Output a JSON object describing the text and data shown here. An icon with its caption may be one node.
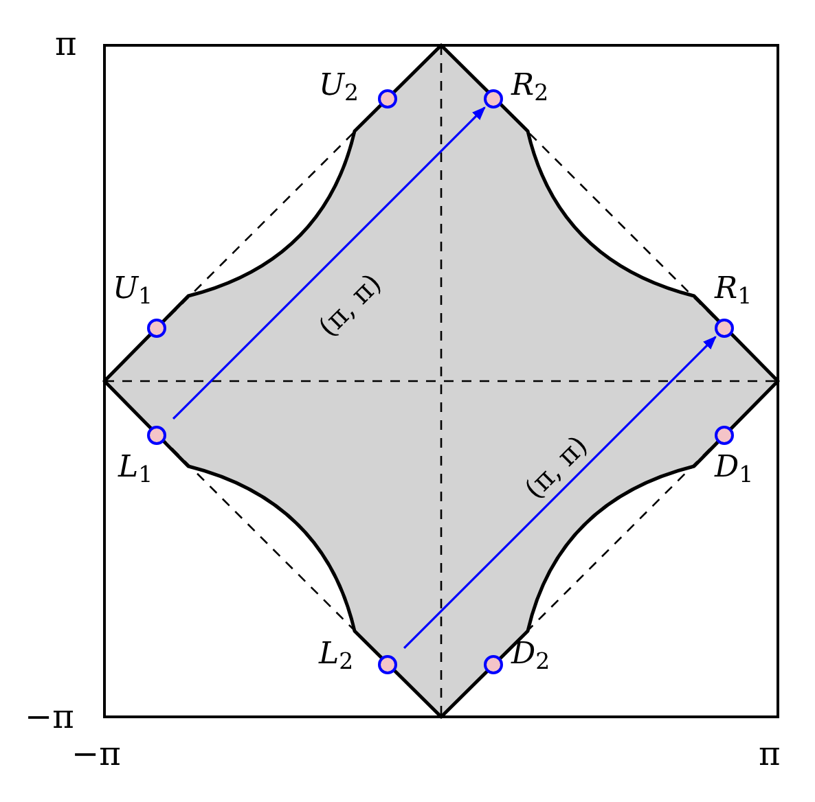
{
  "diagram": {
    "nodes": [
      {
        "text": [],
        "shape": "circle",
        "beside": [
          "*U*$_{2}$"
        ]
      },
      {
        "text": [],
        "shape": "circle",
        "beside": [
          "*R*$_{2}$"
        ]
      },
      {
        "text": [],
        "shape": "circle",
        "beside": [
          "*U*$_{1}$"
        ]
      },
      {
        "text": [],
        "shape": "circle",
        "beside": [
          "*R*$_{1}$"
        ]
      },
      {
        "text": [],
        "shape": "circle",
        "beside": [
          "*L*$_{1}$"
        ]
      },
      {
        "text": [],
        "shape": "circle",
        "beside": [
          "*D*$_{1}$"
        ]
      },
      {
        "text": [],
        "shape": "circle",
        "beside": [
          "*L*$_{2}$"
        ]
      },
      {
        "text": [],
        "shape": "circle",
        "beside": [
          "*D*$_{2}$"
        ]
      }
    ],
    "edges": [
      {
        "from": 4,
        "to": 1,
        "arrow": "to",
        "label": "(π, π)",
        "color": "#0000ff"
      },
      {
        "from": 6,
        "to": 3,
        "arrow": "to",
        "label": "(π, π)",
        "color": "#0000ff"
      }
    ],
    "labels": [
      "π",
      "−π",
      "−π",
      "π"
    ]
  }
}
